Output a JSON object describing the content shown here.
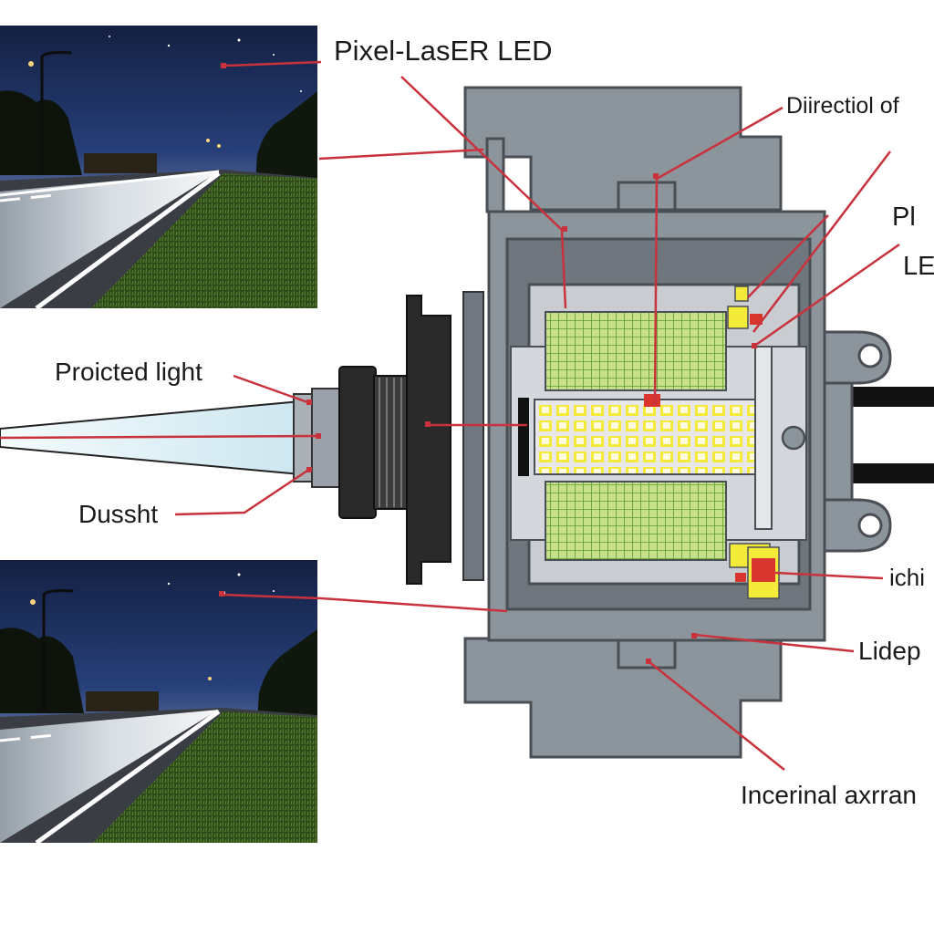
{
  "labels": {
    "title": "Pixel-LasER LED",
    "direction": "Diirectiol of",
    "pl_line1": "Pl",
    "pl_line2": "LE",
    "projected": "Proicted light",
    "dust": "Dussht",
    "ichi": "ichi",
    "lidep": "Lidep",
    "internal": "Incerinal axrran"
  },
  "colors": {
    "housing": "#8c949c",
    "housing_dark": "#6f767d",
    "housing_light": "#c9cdd2",
    "outline": "#4a4f55",
    "callout": "#c8323c",
    "led_yellow": "#f4ea3a",
    "led_white": "#fffbe0",
    "grid_green": "#93c246",
    "chip_red": "#d8352f",
    "lens_black": "#2a2a2a",
    "night_sky": "#1a2747",
    "beam": "#dff1f7"
  },
  "icons": [
    "mounting-tab-icon",
    "led-chip-icon",
    "night-road-photo-icon"
  ]
}
